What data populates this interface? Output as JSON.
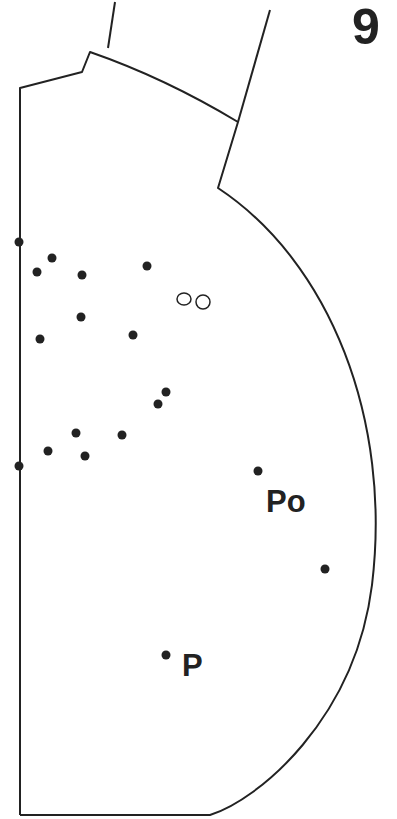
{
  "diagram": {
    "labels": [
      "9",
      "Po",
      "P"
    ]
  }
}
